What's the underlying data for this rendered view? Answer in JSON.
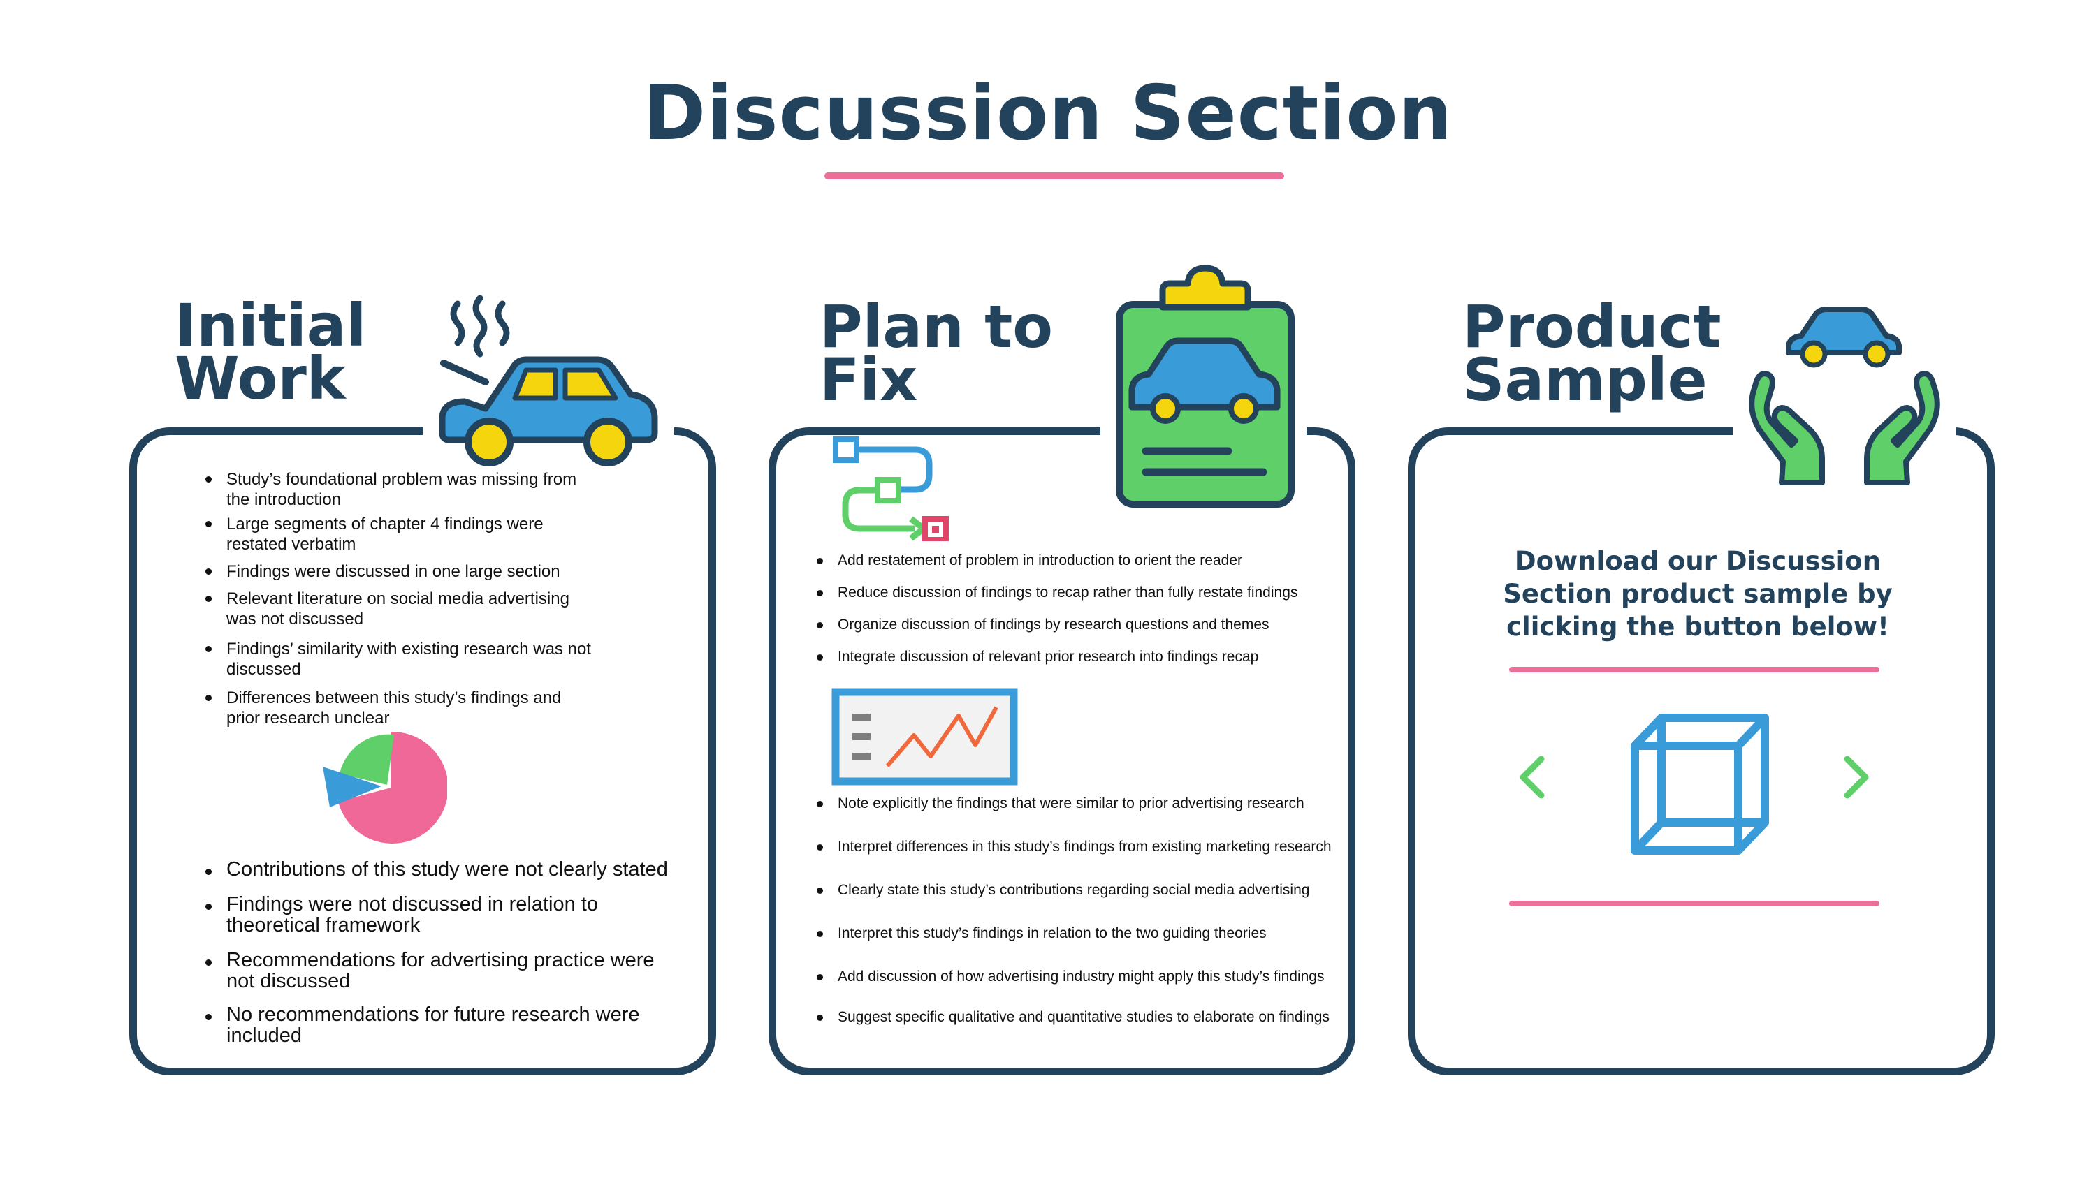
{
  "header": {
    "title": "Discussion Section"
  },
  "initial_work": {
    "title_line1": "Initial",
    "title_line2": "Work",
    "items_top": [
      "Study’s foundational problem was missing from the introduction",
      "Large segments of chapter 4 findings were restated verbatim",
      "Findings were discussed in one large section",
      "Relevant literature on social media advertising was not discussed",
      "Findings’ similarity with existing research was not discussed",
      "Differences between this study’s findings and prior research unclear"
    ],
    "items_bottom": [
      "Contributions of this study were not clearly stated",
      "Findings were not discussed in relation to theoretical framework",
      "Recommendations for advertising practice were not discussed",
      "No recommendations for future research were included"
    ]
  },
  "plan_to_fix": {
    "title_line1": "Plan to",
    "title_line2": "Fix",
    "items_top": [
      "Add restatement of problem in introduction to orient the reader",
      "Reduce discussion of findings to recap rather than fully restate findings",
      "Organize discussion of findings by research questions and themes",
      "Integrate discussion of relevant prior research into findings recap"
    ],
    "items_bottom": [
      "Note explicitly the findings that were similar to prior advertising research",
      "Interpret differences in this study’s findings from existing marketing research",
      "Clearly state this study’s contributions regarding social media advertising",
      "Interpret this study’s findings in relation to the two guiding theories",
      "Add discussion of how advertising industry might apply this study’s findings",
      "Suggest specific qualitative and quantitative studies to elaborate on findings"
    ]
  },
  "product_sample": {
    "title_line1": "Product",
    "title_line2": "Sample",
    "download_text": "Download our Discussion Section product sample by clicking the button below!"
  },
  "colors": {
    "navy": "#23425b",
    "pink": "#ec6f98",
    "green": "#5fcf6a",
    "blue": "#3a9bd9",
    "yellow": "#f5d60e",
    "red": "#e0456a"
  },
  "icons": {
    "initial_work": "car-hood-open-steam-icon",
    "plan_to_fix": "clipboard-car-icon",
    "product_sample": "hands-holding-car-icon",
    "flow": "flowchart-icon",
    "chart": "line-chart-window-icon",
    "pie": "pie-chart-icon",
    "cube": "3d-cube-icon",
    "prev": "chevron-left-icon",
    "next": "chevron-right-icon"
  }
}
